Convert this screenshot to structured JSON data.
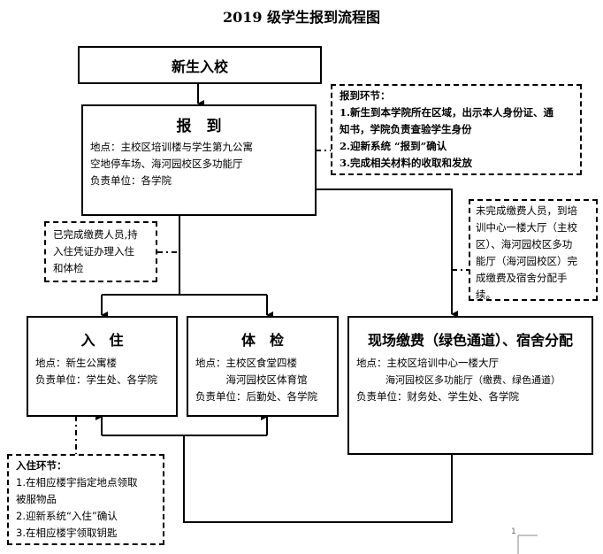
{
  "title": "2019 级学生报到流程图",
  "start": {
    "label": "新生入校"
  },
  "checkin": {
    "heading": "报　到",
    "lines": [
      "地点：主校区培训楼与学生第九公寓",
      "空地停车场、海河园校区多功能厅",
      "负责单位：各学院"
    ]
  },
  "checkin_note": {
    "heading": "报到环节：",
    "lines": [
      "1.新生到本学院所在区域，出示本人身份证、通",
      "知书，学院负责查验学生身份",
      "2.迎新系统 “报到”确认",
      "3.完成相关材料的收取和发放"
    ]
  },
  "paid_note": {
    "lines": [
      "已完成缴费人员,持",
      "入住凭证办理入住",
      "和体检"
    ]
  },
  "unpaid_note": {
    "lines": [
      "未完成缴费人员，到培",
      "训中心一楼大厅（主校",
      "区）、海河园校区多功",
      "能厅（海河园校区）完",
      "成缴费及宿舍分配手",
      "续。"
    ]
  },
  "dorm": {
    "heading": "入　住",
    "lines": [
      "地点：新生公寓楼",
      "负责单位：学生处、各学院"
    ]
  },
  "exam": {
    "heading": "体　检",
    "lines": [
      "地点：主校区食堂四楼",
      "　　　海河园校区体育馆",
      "负责单位：后勤处、各学院"
    ]
  },
  "payment": {
    "heading": "现场缴费（绿色通道）、宿舍分配",
    "lines": [
      "地点：主校区培训中心一楼大厅",
      "　　　海河园校区多功能厅（缴费、绿色通道）",
      "负责单位：财务处、学生处、各学院"
    ]
  },
  "dorm_note": {
    "heading": "入住环节：",
    "lines": [
      "1.在相应楼宇指定地点领取",
      "被服物品",
      "2.迎新系统“入住”确认",
      "3.在相应楼宇领取钥匙"
    ]
  },
  "page_number": "1"
}
